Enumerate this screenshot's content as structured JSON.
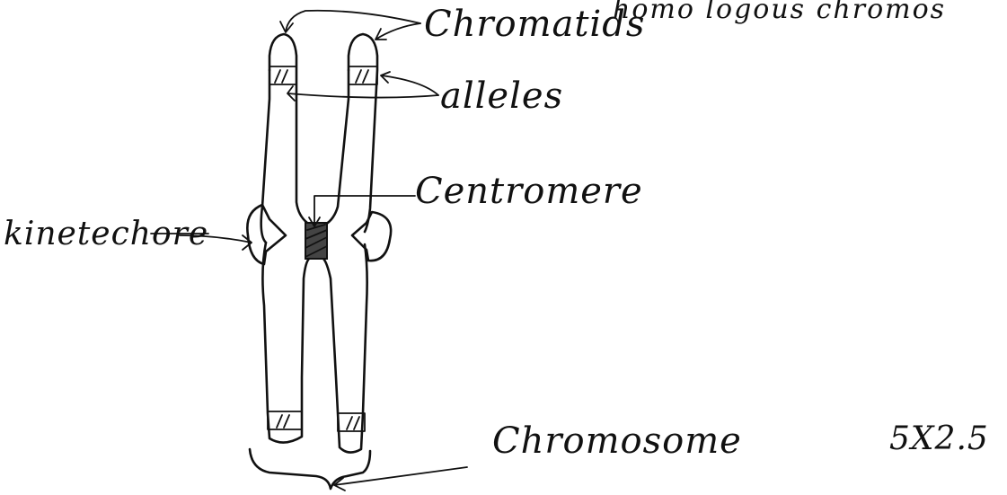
{
  "diagram": {
    "labels": {
      "chromatids": "Chromatids",
      "homologous": "homo logous chromos",
      "alleles": "alleles",
      "centromere": "Centromere",
      "kinetochore": "kinetechore",
      "chromosome": "Chromosome",
      "size": "5X2.5"
    },
    "ink_color": "#111111",
    "background": "#ffffff"
  }
}
